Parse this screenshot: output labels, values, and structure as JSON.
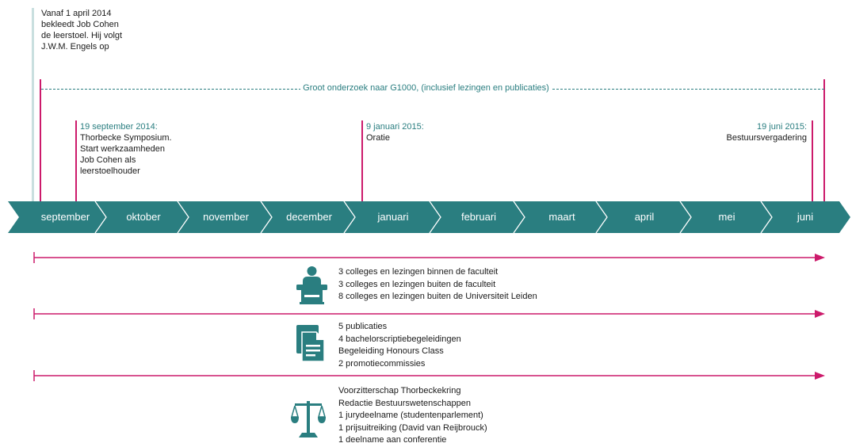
{
  "intro": {
    "lines": [
      "Vanaf 1 april 2014",
      "bekleedt Job Cohen",
      "de leerstoel. Hij volgt",
      "J.W.M. Engels op"
    ]
  },
  "banner": "Groot onderzoek naar G1000, (inclusief lezingen en publicaties)",
  "events": [
    {
      "date": "19 september 2014:",
      "lines": [
        "Thorbecke Symposium.",
        "Start werkzaamheden",
        "Job Cohen als",
        "leerstoelhouder"
      ]
    },
    {
      "date": "9 januari 2015:",
      "lines": [
        "Oratie"
      ]
    },
    {
      "date": "19 juni 2015:",
      "lines": [
        "Bestuursvergadering"
      ]
    }
  ],
  "months": [
    "september",
    "oktober",
    "november",
    "december",
    "januari",
    "februari",
    "maart",
    "april",
    "mei",
    "juni"
  ],
  "groups": [
    {
      "icon": "lectern-icon",
      "lines": [
        "3 colleges en lezingen binnen de faculteit",
        "3 colleges en lezingen buiten de faculteit",
        "8 colleges en lezingen buiten de Universiteit Leiden"
      ]
    },
    {
      "icon": "document-icon",
      "lines": [
        "5 publicaties",
        "4 bachelorscriptiebegeleidingen",
        "Begeleiding Honours Class",
        "2 promotiecommissies"
      ]
    },
    {
      "icon": "scales-icon",
      "lines": [
        "Voorzitterschap Thorbeckekring",
        "Redactie Bestuurswetenschappen",
        "1 jurydeelname (studentenparlement)",
        "1 prijsuitreiking (David van Reijbrouck)",
        "1 deelname aan conferentie"
      ]
    }
  ],
  "colors": {
    "teal": "#2a7e80",
    "magenta": "#cc1a6b"
  }
}
